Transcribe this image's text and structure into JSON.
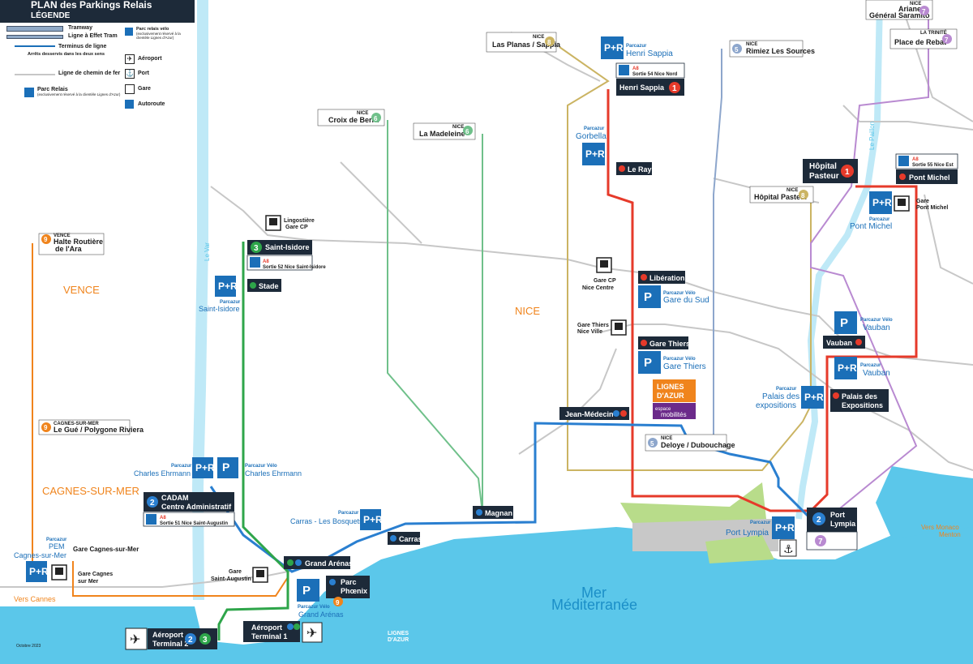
{
  "header": {
    "title": "PLAN des Parkings Relais",
    "legend_title": "LÉGENDE"
  },
  "legend": {
    "tram": "Tramway",
    "bus_tram": "Ligne à Effet Tram",
    "terminus": "Terminus de ligne",
    "arrets": "Arrêts desservis dans les deux sens",
    "rail": "Ligne de chemin de fer",
    "parc_relais": "Parc Relais",
    "parc_relais_note": "(exclusivement réservé à la clientèle Lignes d'Azur)",
    "parc_velo": "Parc relais vélo",
    "parc_velo_note": "(exclusivement réservé à la clientèle Lignes d'Azur)",
    "aeroport": "Aéroport",
    "port": "Port",
    "gare": "Gare",
    "autoroute": "Autoroute"
  },
  "cities": {
    "vence": "VENCE",
    "nice": "NICE",
    "cagnes": "CAGNES-SUR-MER",
    "sea1": "Mer",
    "sea2": "Méditerranée",
    "var": "Le Var",
    "paillon": "Le Paillon"
  },
  "directions": {
    "cannes": "Vers Cannes",
    "monaco": "Vers Monaco",
    "menton": "Menton"
  },
  "stops": {
    "ariane_small": "NICE",
    "ariane": "Ariane",
    "saramito": "Général Saramito",
    "trinite_small": "LA TRINITÉ",
    "rebat": "Place de Rebat",
    "planas_small": "NICE",
    "planas": "Las Planas / Sappia",
    "rimiez_small": "NICE",
    "rimiez": "Rimiez Les Sources",
    "berra_small": "NICE",
    "berra": "Croix de Berra",
    "madeleine_small": "NICE",
    "madeleine": "La Madeleine",
    "pasteur_small": "NICE",
    "pasteur": "Hôpital Pasteur",
    "deloye_small": "NICE",
    "deloye": "Deloye / Dubouchage",
    "ara_small": "VENCE",
    "ara1": "Halte Routière",
    "ara2": "de l'Ara",
    "gue_small": "CAGNES-SUR-MER",
    "gue": "Le Gué / Polygone Riviera"
  },
  "stations": {
    "henri_sappia": "Henri Sappia",
    "a8_nord": "Sortie 54 Nice Nord",
    "le_ray": "Le Ray",
    "liberation": "Libération",
    "gare_thiers": "Gare Thiers",
    "jean_medecin": "Jean-Médecin",
    "hopital_pasteur1": "Hôpital",
    "hopital_pasteur2": "Pasteur",
    "pont_michel": "Pont Michel",
    "a8_est": "Sortie 55 Nice Est",
    "vauban": "Vauban",
    "palais1": "Palais des",
    "palais2": "Expositions",
    "port_lympia1": "Port",
    "port_lympia2": "Lympia",
    "saint_isidore": "Saint-Isidore",
    "a8_isidore": "Sortie 52 Nice Saint-Isidore",
    "stade": "Stade",
    "cadam1": "CADAM",
    "cadam2": "Centre Administratif",
    "a8_augustin": "Sortie 51 Nice Saint-Augustin",
    "magnan": "Magnan",
    "carras": "Carras",
    "grand_arenas": "Grand Arénas",
    "parc_phoenix1": "Parc",
    "parc_phoenix2": "Phœnix",
    "aero_t1a": "Aéroport",
    "aero_t1b": "Terminal 1",
    "aero_t2a": "Aéroport",
    "aero_t2b": "Terminal 2"
  },
  "parkings": {
    "parcazur": "Parcazur",
    "parcazur_velo": "Parcazur Vélo",
    "henri_sappia": "Henri Sappia",
    "gorbella": "Gorbella",
    "gare_sud": "Gare du Sud",
    "gare_thiers": "Gare Thiers",
    "pont_michel": "Pont Michel",
    "vauban": "Vauban",
    "palais1": "Palais des",
    "palais2": "expositions",
    "port_lympia": "Port Lympia",
    "saint_isidore": "Saint-Isidore",
    "charles_ehrmann": "Charles Ehrmann",
    "carras": "Carras - Les Bosquets",
    "grand_arenas": "Grand Arénas",
    "pem1": "PEM",
    "pem2": "Cagnes-sur-Mer"
  },
  "gares": {
    "lingostiere1": "Lingostière",
    "lingostiere2": "Gare CP",
    "cp1": "Gare CP",
    "cp2": "Nice Centre",
    "thiers1": "Gare Thiers",
    "thiers2": "Nice Ville",
    "pontmichel1": "Gare",
    "pontmichel2": "Pont Michel",
    "augustin1": "Gare",
    "augustin2": "Saint-Augustin",
    "cagnes1": "Gare Cagnes-sur-Mer",
    "cagnes2": "Gare Cagnes",
    "cagnes3": "sur Mer"
  },
  "lines": {
    "l1": "1",
    "l2": "2",
    "l3": "3",
    "l5": "5",
    "l6": "6",
    "l7": "7",
    "l8": "8",
    "l9": "9"
  },
  "logo": {
    "a": "LIGNES",
    "b": "D'AZUR",
    "c": "espace",
    "d": "mobilités"
  },
  "footer": {
    "date": "Octobre 2023"
  },
  "colors": {
    "tram1": "#e63a2a",
    "tram2": "#2a7fd0",
    "tram3": "#2ea54a",
    "l5": "#8da6cc",
    "l6": "#6fc08a",
    "l7": "#b98ad1",
    "l8": "#cbb463",
    "l9": "#f0841c",
    "sea": "#5bc7ea",
    "navy": "#1d2a39",
    "parking": "#1b6fb8"
  }
}
